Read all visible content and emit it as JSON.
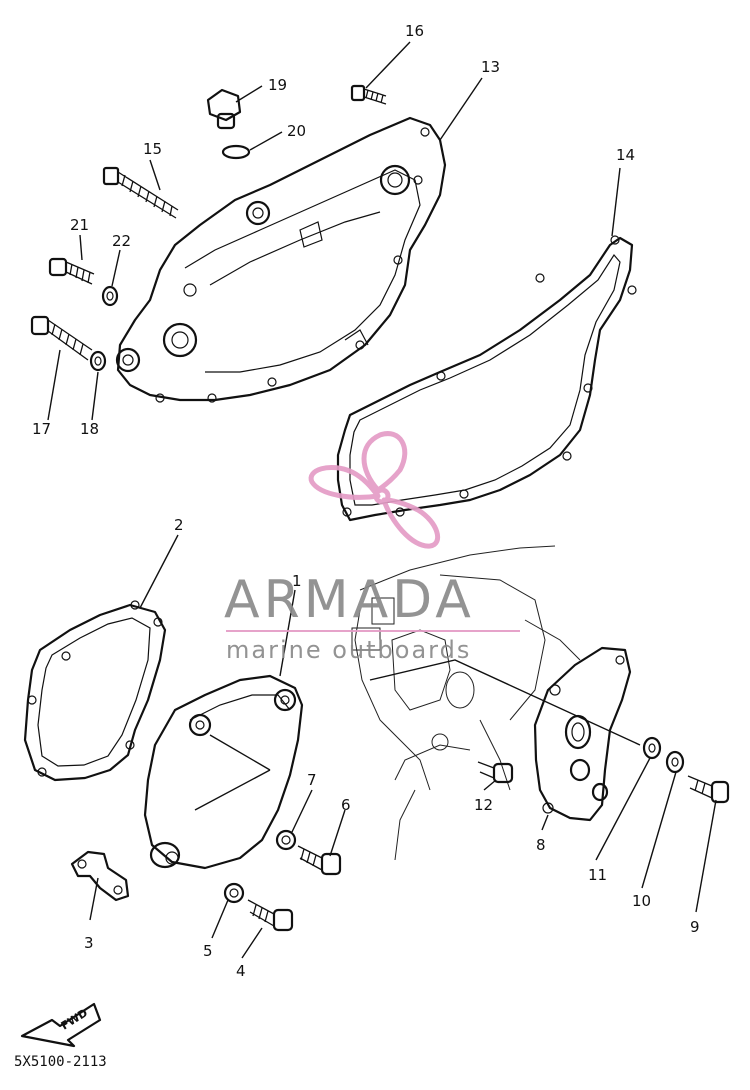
{
  "diagram": {
    "callouts": [
      {
        "id": "1",
        "label": "1"
      },
      {
        "id": "2",
        "label": "2"
      },
      {
        "id": "3",
        "label": "3"
      },
      {
        "id": "4",
        "label": "4"
      },
      {
        "id": "5",
        "label": "5"
      },
      {
        "id": "6",
        "label": "6"
      },
      {
        "id": "7",
        "label": "7"
      },
      {
        "id": "8",
        "label": "8"
      },
      {
        "id": "9",
        "label": "9"
      },
      {
        "id": "10",
        "label": "10"
      },
      {
        "id": "11",
        "label": "11"
      },
      {
        "id": "12",
        "label": "12"
      },
      {
        "id": "13",
        "label": "13"
      },
      {
        "id": "14",
        "label": "14"
      },
      {
        "id": "15",
        "label": "15"
      },
      {
        "id": "16",
        "label": "16"
      },
      {
        "id": "17",
        "label": "17"
      },
      {
        "id": "18",
        "label": "18"
      },
      {
        "id": "19",
        "label": "19"
      },
      {
        "id": "20",
        "label": "20"
      },
      {
        "id": "21",
        "label": "21"
      },
      {
        "id": "22",
        "label": "22"
      }
    ],
    "fwd_label": "FWD",
    "drawing_code": "5X5100-2113"
  },
  "watermark": {
    "brand": "ARMADA",
    "tagline": "marine outboards",
    "logo_icon": "propeller-icon",
    "colors": {
      "logo": "#e49cc6",
      "text": "#8a8a8a"
    }
  }
}
